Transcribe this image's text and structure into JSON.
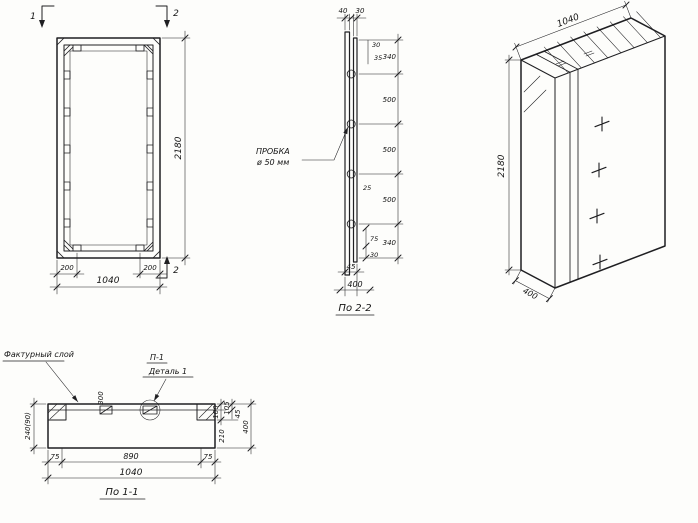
{
  "front_view": {
    "section_mark_1": "1",
    "section_mark_2_top": "2",
    "section_mark_2_bottom": "2",
    "dim_width_total": "1040",
    "dim_height_total": "2180",
    "dim_edge_left": "200",
    "dim_edge_right": "200"
  },
  "section_2_2": {
    "title": "По 2-2",
    "plug_note_line1": "ПРОБКА",
    "plug_note_line2": "ø 50 мм",
    "dim_top_left": "40",
    "dim_top_right": "30",
    "dim_side_top": "30",
    "dim_side_top2": "35",
    "chain": [
      "340",
      "500",
      "500",
      "500",
      "340"
    ],
    "dim_mid_small": "25",
    "dim_low_1": "75",
    "dim_low_2": "30",
    "dim_bottom_inner": "45",
    "dim_depth": "400"
  },
  "axon_view": {
    "dim_width": "1040",
    "dim_height": "2180",
    "dim_depth": "400"
  },
  "section_1_1": {
    "title": "По 1-1",
    "facing_layer_note": "Фактурный слой",
    "detail_mark": "П-1",
    "detail_label": "Деталь 1",
    "dim_left": "240(90)",
    "dim_inner": "300",
    "dim_right_1": "100",
    "dim_right_2": "105",
    "dim_right_3": "45",
    "dim_right_4": "210",
    "dim_right_5": "400",
    "dim_bottom_left": "75",
    "dim_bottom_mid": "890",
    "dim_bottom_right": "75",
    "dim_width_total": "1040"
  }
}
